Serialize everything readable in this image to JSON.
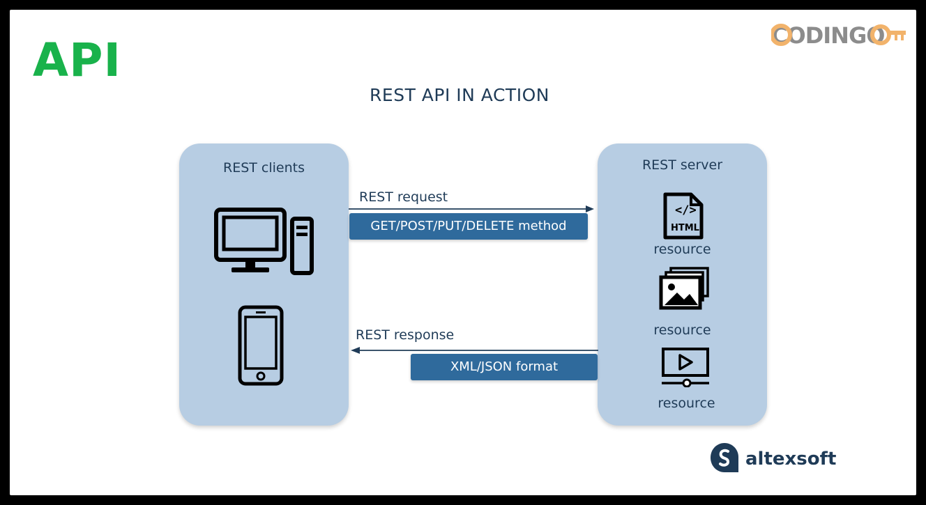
{
  "header": {
    "api_title": "API",
    "logo_text": "CODINGO"
  },
  "diagram": {
    "title": "REST API IN ACTION",
    "clients_label": "REST clients",
    "server_label": "REST server",
    "request_label": "REST request",
    "request_method": "GET/POST/PUT/DELETE method",
    "response_label": "REST response",
    "response_format": "XML/JSON format",
    "html_badge": "HTML",
    "resources": [
      "resource",
      "resource",
      "resource"
    ]
  },
  "footer": {
    "brand": "altexsoft"
  },
  "colors": {
    "accent_green": "#19b24b",
    "panel": "#b7cde3",
    "pill": "#2f6a9c",
    "text_dark": "#1f3b57"
  }
}
